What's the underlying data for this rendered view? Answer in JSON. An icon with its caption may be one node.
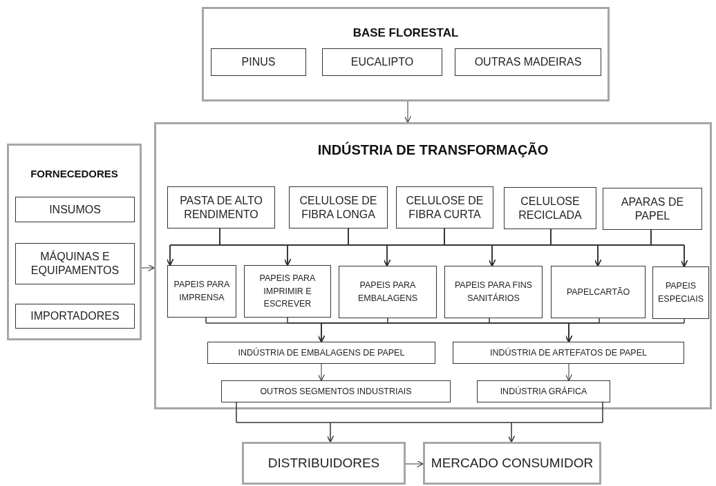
{
  "diagram": {
    "nodes": [
      {
        "text": [
          "BASE FLORESTAL"
        ]
      },
      {
        "text": [
          "PINUS"
        ],
        "in": 0
      },
      {
        "text": [
          "EUCALIPTO"
        ],
        "in": 0
      },
      {
        "text": [
          "OUTRAS MADEIRAS"
        ],
        "in": 0
      },
      {
        "text": [
          "FORNECEDORES"
        ]
      },
      {
        "text": [
          "INSUMOS"
        ],
        "in": 4
      },
      {
        "text": [
          "MÁQUINAS E EQUIPAMENTOS"
        ],
        "in": 4
      },
      {
        "text": [
          "IMPORTADORES"
        ],
        "in": 4
      },
      {
        "text": [
          "INDÚSTRIA DE TRANSFORMAÇÃO"
        ]
      },
      {
        "text": [
          "PASTA DE ALTO RENDIMENTO"
        ],
        "in": 8
      },
      {
        "text": [
          "CELULOSE DE FIBRA LONGA"
        ],
        "in": 8
      },
      {
        "text": [
          "CELULOSE DE FIBRA CURTA"
        ],
        "in": 8
      },
      {
        "text": [
          "CELULOSE RECICLADA"
        ],
        "in": 8
      },
      {
        "text": [
          "APARAS DE PAPEL"
        ],
        "in": 8
      },
      {
        "text": [
          "PAPEIS PARA IMPRENSA"
        ],
        "in": 8
      },
      {
        "text": [
          "PAPEIS PARA IMPRIMIR E ESCREVER"
        ],
        "in": 8
      },
      {
        "text": [
          "PAPEIS PARA EMBALAGENS"
        ],
        "in": 8
      },
      {
        "text": [
          "PAPEIS PARA FINS SANITÁRIOS"
        ],
        "in": 8
      },
      {
        "text": [
          "PAPELCARTÃO"
        ],
        "in": 8
      },
      {
        "text": [
          "PAPEIS ESPECIAIS"
        ],
        "in": 8
      },
      {
        "text": [
          "INDÚSTRIA DE EMBALAGENS DE PAPEL"
        ],
        "in": 8
      },
      {
        "text": [
          "INDÚSTRIA DE ARTEFATOS DE PAPEL"
        ],
        "in": 8
      },
      {
        "text": [
          "OUTROS SEGMENTOS INDUSTRIAIS"
        ],
        "in": 8
      },
      {
        "text": [
          "INDÚSTRIA GRÁFICA"
        ],
        "in": 8
      },
      {
        "text": [
          "DISTRIBUIDORES"
        ]
      },
      {
        "text": [
          "MERCADO CONSUMIDOR"
        ]
      }
    ],
    "edges": [
      {
        "from": 0,
        "to": 8,
        "arrow": "to"
      },
      {
        "from": 4,
        "to": 8,
        "arrow": "to"
      },
      {
        "from": 9,
        "to": 14,
        "arrow": "to"
      },
      {
        "from": 9,
        "to": 15,
        "arrow": "to"
      },
      {
        "from": 9,
        "to": 16,
        "arrow": "to"
      },
      {
        "from": 9,
        "to": 17,
        "arrow": "to"
      },
      {
        "from": 9,
        "to": 18,
        "arrow": "to"
      },
      {
        "from": 9,
        "to": 19,
        "arrow": "to"
      },
      {
        "from": 10,
        "to": 14,
        "arrow": "to"
      },
      {
        "from": 10,
        "to": 15,
        "arrow": "to"
      },
      {
        "from": 10,
        "to": 16,
        "arrow": "to"
      },
      {
        "from": 10,
        "to": 17,
        "arrow": "to"
      },
      {
        "from": 10,
        "to": 18,
        "arrow": "to"
      },
      {
        "from": 10,
        "to": 19,
        "arrow": "to"
      },
      {
        "from": 11,
        "to": 14,
        "arrow": "to"
      },
      {
        "from": 11,
        "to": 15,
        "arrow": "to"
      },
      {
        "from": 11,
        "to": 16,
        "arrow": "to"
      },
      {
        "from": 11,
        "to": 17,
        "arrow": "to"
      },
      {
        "from": 11,
        "to": 18,
        "arrow": "to"
      },
      {
        "from": 11,
        "to": 19,
        "arrow": "to"
      },
      {
        "from": 12,
        "to": 14,
        "arrow": "to"
      },
      {
        "from": 12,
        "to": 15,
        "arrow": "to"
      },
      {
        "from": 12,
        "to": 16,
        "arrow": "to"
      },
      {
        "from": 12,
        "to": 17,
        "arrow": "to"
      },
      {
        "from": 12,
        "to": 18,
        "arrow": "to"
      },
      {
        "from": 12,
        "to": 19,
        "arrow": "to"
      },
      {
        "from": 13,
        "to": 14,
        "arrow": "to"
      },
      {
        "from": 13,
        "to": 15,
        "arrow": "to"
      },
      {
        "from": 13,
        "to": 16,
        "arrow": "to"
      },
      {
        "from": 13,
        "to": 17,
        "arrow": "to"
      },
      {
        "from": 13,
        "to": 18,
        "arrow": "to"
      },
      {
        "from": 13,
        "to": 19,
        "arrow": "to"
      },
      {
        "from": 14,
        "to": 20,
        "arrow": "to"
      },
      {
        "from": 14,
        "to": 21,
        "arrow": "to"
      },
      {
        "from": 15,
        "to": 20,
        "arrow": "to"
      },
      {
        "from": 15,
        "to": 21,
        "arrow": "to"
      },
      {
        "from": 16,
        "to": 20,
        "arrow": "to"
      },
      {
        "from": 16,
        "to": 21,
        "arrow": "to"
      },
      {
        "from": 17,
        "to": 20,
        "arrow": "to"
      },
      {
        "from": 17,
        "to": 21,
        "arrow": "to"
      },
      {
        "from": 18,
        "to": 20,
        "arrow": "to"
      },
      {
        "from": 18,
        "to": 21,
        "arrow": "to"
      },
      {
        "from": 19,
        "to": 20,
        "arrow": "to"
      },
      {
        "from": 19,
        "to": 21,
        "arrow": "to"
      },
      {
        "from": 20,
        "to": 22,
        "arrow": "to"
      },
      {
        "from": 21,
        "to": 23,
        "arrow": "to"
      },
      {
        "from": 22,
        "to": 24,
        "arrow": "to"
      },
      {
        "from": 22,
        "to": 25,
        "arrow": "to"
      },
      {
        "from": 23,
        "to": 24,
        "arrow": "to"
      },
      {
        "from": 23,
        "to": 25,
        "arrow": "to"
      },
      {
        "from": 24,
        "to": 25,
        "arrow": "to"
      }
    ]
  }
}
